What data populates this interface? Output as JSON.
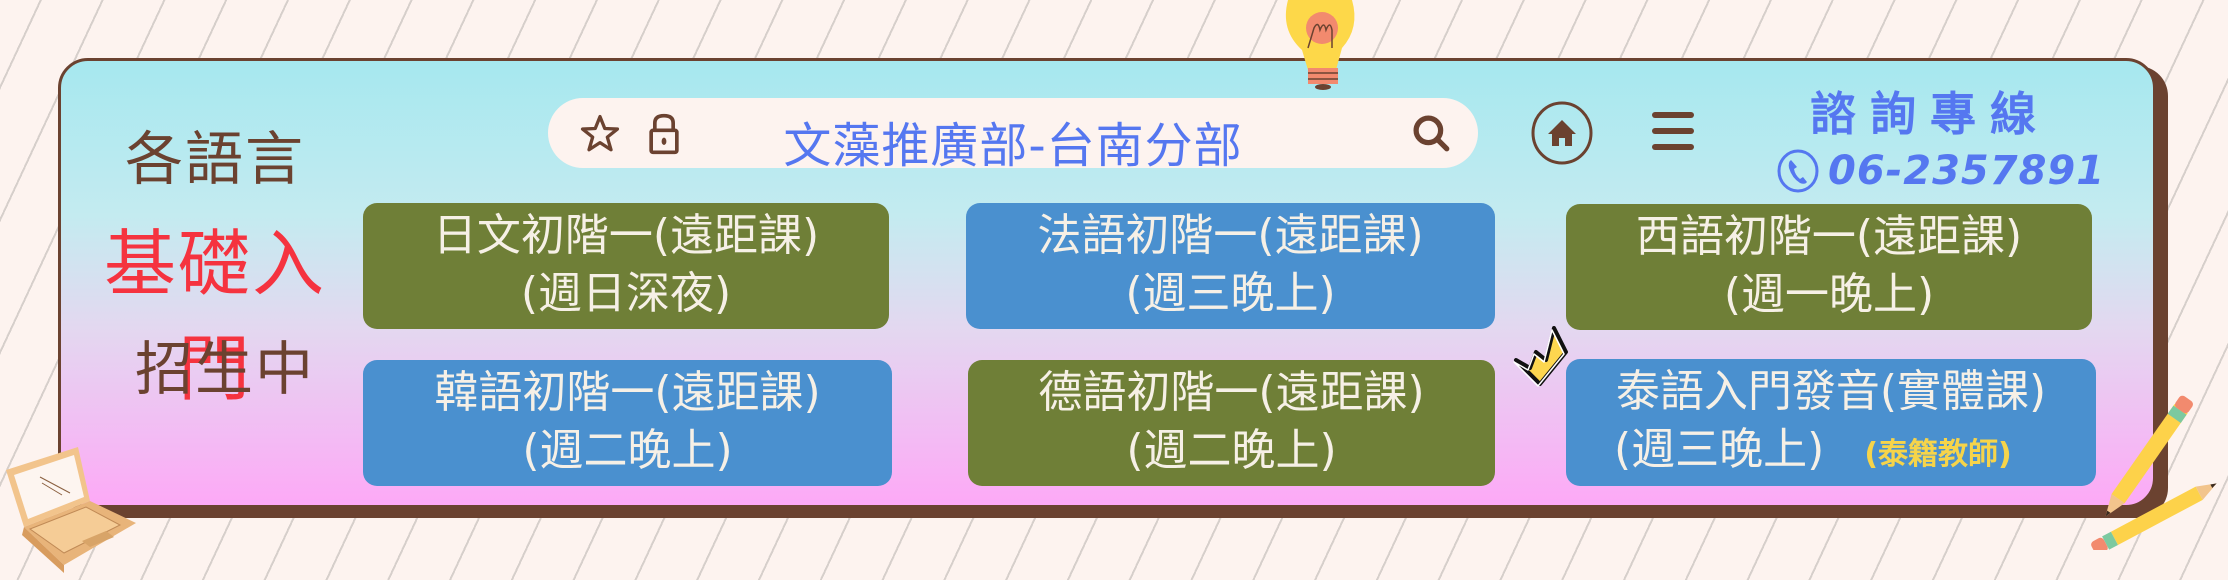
{
  "banner": {
    "side_labels": {
      "line1": "各語言",
      "line2": "基礎入門",
      "line3": "招生中"
    },
    "search_bar": {
      "title": "文藻推廣部-台南分部",
      "icons": [
        "star-icon",
        "lock-icon",
        "search-icon"
      ]
    },
    "nav_icons": [
      "home-icon",
      "hamburger-menu-icon"
    ],
    "hotline": {
      "title": "諮詢專線",
      "phone": "06-2357891",
      "icon": "phone-icon"
    },
    "courses": [
      {
        "line1": "日文初階一(遠距課)",
        "line2": "(週日深夜)",
        "color": "#6f7f37"
      },
      {
        "line1": "法語初階一(遠距課)",
        "line2": "(週三晚上)",
        "color": "#4a90cf"
      },
      {
        "line1": "西語初階一(遠距課)",
        "line2": "(週一晚上)",
        "color": "#6f7f37"
      },
      {
        "line1": "韓語初階一(遠距課)",
        "line2": "(週二晚上)",
        "color": "#4a90cf"
      },
      {
        "line1": "德語初階一(遠距課)",
        "line2": "(週二晚上)",
        "color": "#6f7f37"
      },
      {
        "line1": "泰語入門發音(實體課)",
        "line2": "(週三晚上)",
        "note": "(泰籍教師)",
        "color": "#4a90cf"
      }
    ],
    "colors": {
      "brown": "#6b4230",
      "red": "#f5333f",
      "accent_blue": "#5577f0",
      "olive": "#6f7f37",
      "button_blue": "#4a90cf",
      "note_yellow": "#f6d44a",
      "gradient_top": "#a6e8ef",
      "gradient_bottom": "#fda9f6"
    },
    "decorations": [
      "lightbulb-icon",
      "laptop-icon",
      "crown-icon",
      "pencils-icon"
    ]
  }
}
